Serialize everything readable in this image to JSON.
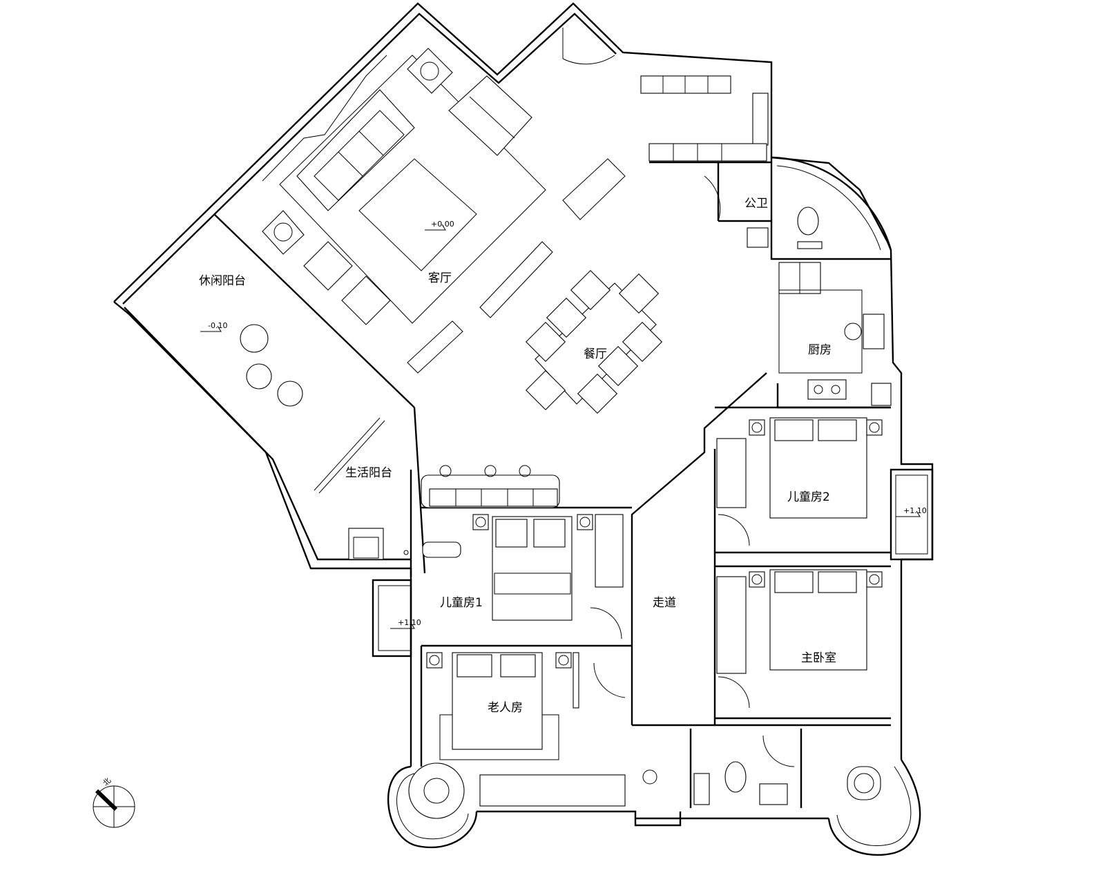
{
  "rooms": {
    "leisure_balcony": "休闲阳台",
    "living_room": "客厅",
    "dining_room": "餐厅",
    "public_bathroom": "公卫",
    "kitchen": "厨房",
    "service_balcony": "生活阳台",
    "kids_room_1": "儿童房1",
    "kids_room_2": "儿童房2",
    "corridor": "走道",
    "master_bedroom": "主卧室",
    "elderly_room": "老人房"
  },
  "levels": {
    "living_room": "+0.00",
    "leisure_balcony": "-0.10",
    "bay_left": "+1.10",
    "bay_right": "+1.10"
  },
  "north_label": "北"
}
